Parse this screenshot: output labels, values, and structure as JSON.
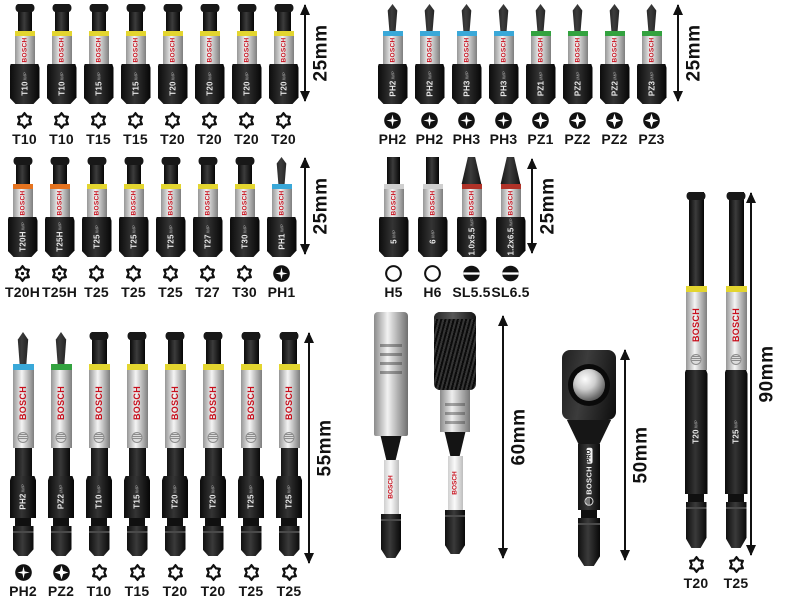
{
  "brand": "BOSCH",
  "body_suffix": "IMP",
  "colors": {
    "yellow": "#e3d52f",
    "blue": "#3aa8d8",
    "green": "#33a23f",
    "orange": "#e5731f",
    "red": "#b03228",
    "grey": "#cfcfcf",
    "bosch_red": "#c8101d"
  },
  "groups": {
    "g1": {
      "dimension": "25mm",
      "bits": [
        {
          "label": "T10",
          "body": "T10",
          "icon": "torx",
          "tip": "torx",
          "band": "yellow"
        },
        {
          "label": "T10",
          "body": "T10",
          "icon": "torx",
          "tip": "torx",
          "band": "yellow"
        },
        {
          "label": "T15",
          "body": "T15",
          "icon": "torx",
          "tip": "torx",
          "band": "yellow"
        },
        {
          "label": "T15",
          "body": "T15",
          "icon": "torx",
          "tip": "torx",
          "band": "yellow"
        },
        {
          "label": "T20",
          "body": "T20",
          "icon": "torx",
          "tip": "torx",
          "band": "yellow"
        },
        {
          "label": "T20",
          "body": "T20",
          "icon": "torx",
          "tip": "torx",
          "band": "yellow"
        },
        {
          "label": "T20",
          "body": "T20",
          "icon": "torx",
          "tip": "torx",
          "band": "yellow"
        },
        {
          "label": "T20",
          "body": "T20",
          "icon": "torx",
          "tip": "torx",
          "band": "yellow"
        }
      ]
    },
    "g2": {
      "dimension": "25mm",
      "bits": [
        {
          "label": "PH2",
          "body": "PH2",
          "icon": "ph",
          "tip": "ph",
          "band": "blue"
        },
        {
          "label": "PH2",
          "body": "PH2",
          "icon": "ph",
          "tip": "ph",
          "band": "blue"
        },
        {
          "label": "PH3",
          "body": "PH3",
          "icon": "ph",
          "tip": "ph",
          "band": "blue"
        },
        {
          "label": "PH3",
          "body": "PH3",
          "icon": "ph",
          "tip": "ph",
          "band": "blue"
        },
        {
          "label": "PZ1",
          "body": "PZ1",
          "icon": "pz",
          "tip": "ph",
          "band": "green"
        },
        {
          "label": "PZ2",
          "body": "PZ2",
          "icon": "pz",
          "tip": "ph",
          "band": "green"
        },
        {
          "label": "PZ2",
          "body": "PZ2",
          "icon": "pz",
          "tip": "ph",
          "band": "green"
        },
        {
          "label": "PZ3",
          "body": "PZ3",
          "icon": "pz",
          "tip": "ph",
          "band": "green"
        }
      ]
    },
    "g3": {
      "dimension": "25mm",
      "bits": [
        {
          "label": "T20H",
          "body": "T20H",
          "icon": "torxh",
          "tip": "torx",
          "band": "orange"
        },
        {
          "label": "T25H",
          "body": "T25H",
          "icon": "torxh",
          "tip": "torx",
          "band": "orange"
        },
        {
          "label": "T25",
          "body": "T25",
          "icon": "torx",
          "tip": "torx",
          "band": "yellow"
        },
        {
          "label": "T25",
          "body": "T25",
          "icon": "torx",
          "tip": "torx",
          "band": "yellow"
        },
        {
          "label": "T25",
          "body": "T25",
          "icon": "torx",
          "tip": "torx",
          "band": "yellow"
        },
        {
          "label": "T27",
          "body": "T27",
          "icon": "torx",
          "tip": "torx",
          "band": "yellow"
        },
        {
          "label": "T30",
          "body": "T30",
          "icon": "torx",
          "tip": "torx",
          "band": "yellow"
        },
        {
          "label": "PH1",
          "body": "PH1",
          "icon": "ph",
          "tip": "ph",
          "band": "blue"
        }
      ]
    },
    "g4": {
      "dimension": "25mm",
      "bits": [
        {
          "label": "H5",
          "body": "5",
          "icon": "hex",
          "tip": "hex",
          "band": "grey"
        },
        {
          "label": "H6",
          "body": "6",
          "icon": "hex",
          "tip": "hex",
          "band": "grey"
        },
        {
          "label": "SL5.5",
          "body": "1.0x5.5",
          "icon": "sl",
          "tip": "sl",
          "band": "red"
        },
        {
          "label": "SL6.5",
          "body": "1.2x6.5",
          "icon": "sl",
          "tip": "sl",
          "band": "red"
        }
      ]
    },
    "g5": {
      "dimension": "55mm",
      "bits": [
        {
          "label": "PH2",
          "body": "PH2",
          "icon": "ph",
          "tip": "ph",
          "band": "blue"
        },
        {
          "label": "PZ2",
          "body": "PZ2",
          "icon": "pz",
          "tip": "ph",
          "band": "green"
        },
        {
          "label": "T10",
          "body": "T10",
          "icon": "torx",
          "tip": "torx",
          "band": "yellow"
        },
        {
          "label": "T15",
          "body": "T15",
          "icon": "torx",
          "tip": "torx",
          "band": "yellow"
        },
        {
          "label": "T20",
          "body": "T20",
          "icon": "torx",
          "tip": "torx",
          "band": "yellow"
        },
        {
          "label": "T20",
          "body": "T20",
          "icon": "torx",
          "tip": "torx",
          "band": "yellow"
        },
        {
          "label": "T25",
          "body": "T25",
          "icon": "torx",
          "tip": "torx",
          "band": "yellow"
        },
        {
          "label": "T25",
          "body": "T25",
          "icon": "torx",
          "tip": "torx",
          "band": "yellow"
        }
      ]
    },
    "g90": {
      "dimension": "90mm",
      "bits": [
        {
          "label": "T20",
          "body": "T20",
          "icon": "torx",
          "tip": "torx",
          "band": "yellow"
        },
        {
          "label": "T25",
          "body": "T25",
          "icon": "torx",
          "tip": "torx",
          "band": "yellow"
        }
      ]
    }
  },
  "holders": {
    "dimension": "60mm",
    "brand": "BOSCH"
  },
  "adapter": {
    "dimension": "50mm",
    "brand": "BOSCH",
    "badge": "PRO"
  }
}
